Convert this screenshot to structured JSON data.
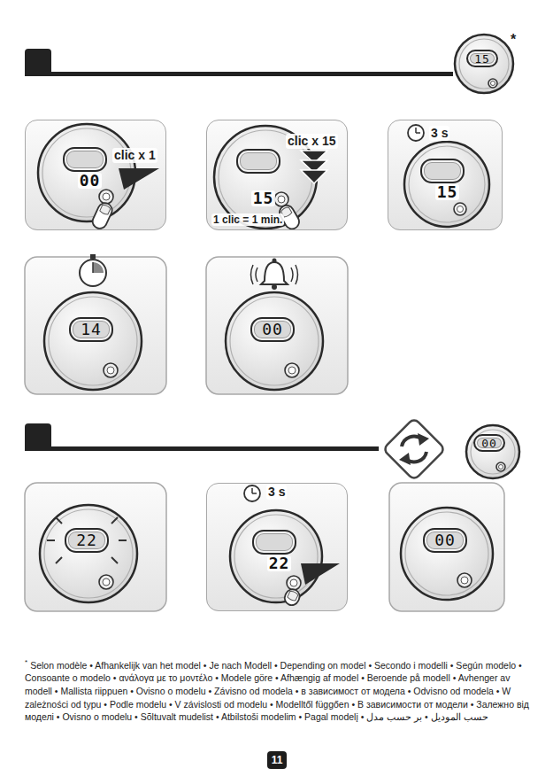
{
  "diagram": {
    "nodes": [
      {
        "text": [
          "15"
        ]
      },
      {
        "text": [
          "clic x 1"
        ]
      },
      {
        "text": [
          "00"
        ],
        "in": 1
      },
      {
        "text": [
          "clic x 15",
          "1 clic = 1 min."
        ]
      },
      {
        "text": [
          "15"
        ],
        "in": 3
      },
      {
        "text": [
          "3 s"
        ]
      },
      {
        "text": [
          "15"
        ],
        "in": 5
      },
      {
        "text": [
          "14"
        ]
      },
      {
        "text": [
          "00"
        ]
      },
      {
        "text": [
          "00"
        ]
      },
      {
        "text": [
          "22"
        ]
      },
      {
        "text": [
          "3 s"
        ]
      },
      {
        "text": [
          "22"
        ],
        "in": 11
      },
      {
        "text": [
          "00"
        ]
      }
    ],
    "labels": [
      "*",
      "*",
      "Selon modèle • Afhankelijk van het model • Je nach Modell • Depending on model • Secondo i modelli • Según modelo • Consoante o modelo • ανάλογα με το μοντέλο • Modele göre • Afhængig af model • Beroende på modell • Avhenger av modell • Mallista riippuen • Ovisno o modelu • Závisno od modela • в зависимост от модела • Odvisno od modela • W zależności od typu • Podle modelu • V závislosti od modelu • Modelltől függően • В зависимости от модели • Залежно від моделі • Ovisno o modelu • Sõltuvalt mudelist • Atbilstoši modelim • Pagal modelį • حسب الموديل • بر حسب مدل",
      "11"
    ]
  }
}
